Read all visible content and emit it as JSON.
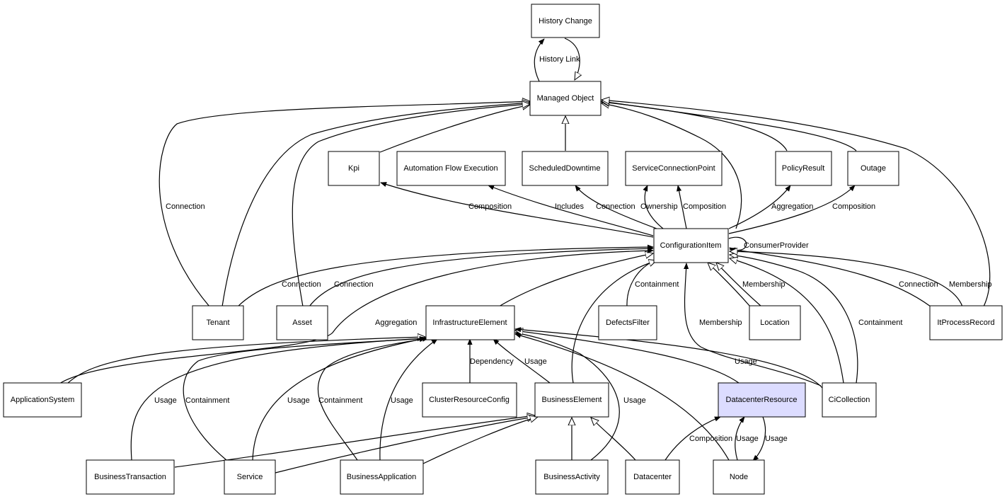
{
  "colors": {
    "line": "#000000",
    "node_fill": "#ffffff",
    "highlight_fill": "#dcdcff"
  },
  "nodes": {
    "history_change": "History Change",
    "managed_object": "Managed Object",
    "kpi": "Kpi",
    "automation_flow_execution": "Automation Flow Execution",
    "scheduled_downtime": "ScheduledDowntime",
    "service_connection_point": "ServiceConnectionPoint",
    "policy_result": "PolicyResult",
    "outage": "Outage",
    "configuration_item": "ConfigurationItem",
    "tenant": "Tenant",
    "asset": "Asset",
    "infrastructure_element": "InfrastructureElement",
    "defects_filter": "DefectsFilter",
    "location": "Location",
    "it_process_record": "ItProcessRecord",
    "application_system": "ApplicationSystem",
    "cluster_resource_config": "ClusterResourceConfig",
    "business_element": "BusinessElement",
    "datacenter_resource": "DatacenterResource",
    "ci_collection": "CiCollection",
    "business_transaction": "BusinessTransaction",
    "service": "Service",
    "business_application": "BusinessApplication",
    "business_activity": "BusinessActivity",
    "datacenter": "Datacenter",
    "node": "Node"
  },
  "edge_labels": {
    "history_link": "History Link",
    "tenant_mo_connection": "Connection",
    "composition_kpi": "Composition",
    "includes": "Includes",
    "connection_sd": "Connection",
    "ownership": "Ownership",
    "composition_scp": "Composition",
    "aggregation_pr": "Aggregation",
    "composition_outage": "Composition",
    "consumer_provider": "ConsumerProvider",
    "tenant_ci_connection": "Connection",
    "asset_ci_connection": "Connection",
    "containment_df": "Containment",
    "membership_loc": "Membership",
    "membership_cic": "Membership",
    "containment_cic": "Containment",
    "connection_itpr": "Connection",
    "membership_itpr": "Membership",
    "aggregation_as": "Aggregation",
    "dependency": "Dependency",
    "usage_be": "Usage",
    "usage_cic": "Usage",
    "usage_bt": "Usage",
    "containment_svc": "Containment",
    "usage_svc": "Usage",
    "containment_ba": "Containment",
    "usage_ba": "Usage",
    "usage_bact": "Usage",
    "composition_dc": "Composition",
    "usage_node_up": "Usage",
    "usage_dr_node": "Usage"
  }
}
